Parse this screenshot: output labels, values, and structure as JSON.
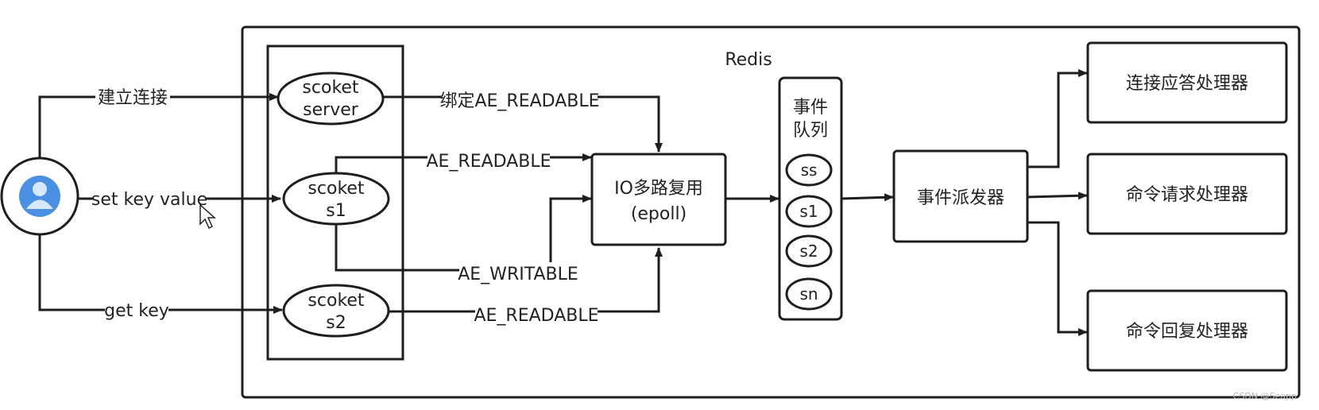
{
  "diagram": {
    "container_title": "Redis",
    "client_icon": "user-avatar-icon",
    "client_actions": {
      "connect": "建立连接",
      "set": "set key value",
      "get": "get key"
    },
    "sockets": {
      "server_line1": "scoket",
      "server_line2": "server",
      "s1_line1": "scoket",
      "s1_line2": "s1",
      "s2_line1": "scoket",
      "s2_line2": "s2"
    },
    "edges": {
      "bind_readable": "绑定AE_READABLE",
      "s1_readable": "AE_READABLE",
      "s1_writable": "AE_WRITABLE",
      "s2_readable": "AE_READABLE"
    },
    "io_multiplexer": {
      "line1": "IO多路复用",
      "line2": "(epoll)"
    },
    "event_queue": {
      "title_line1": "事件",
      "title_line2": "队列",
      "items": [
        "ss",
        "s1",
        "s2",
        "sn"
      ]
    },
    "dispatcher": "事件派发器",
    "handlers": [
      "连接应答处理器",
      "命令请求处理器",
      "命令回复处理器"
    ],
    "watermark": "CSDN @Seapp"
  },
  "colors": {
    "line": "#1e1e1e",
    "avatar_blue": "#4a90e2",
    "avatar_light": "#d6e8fb"
  }
}
